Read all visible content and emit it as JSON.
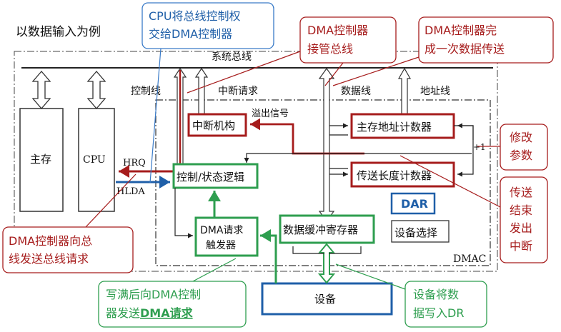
{
  "title": "以数据输入为例",
  "bus": {
    "system_bus": "系统总线",
    "control_line": "控制线",
    "interrupt_request": "中断请求",
    "data_line": "数据线",
    "address_line": "地址线"
  },
  "blocks": {
    "main_memory": "主存",
    "cpu": "CPU",
    "hrq": "HRQ",
    "hlda": "HLDA",
    "interrupt_unit": "中断机构",
    "overflow_signal": "溢出信号",
    "addr_counter": "主存地址计数器",
    "plus_one": "+1",
    "control_logic": "控制/状态逻辑",
    "length_counter": "传送长度计数器",
    "dar": "DAR",
    "device_select": "设备选择",
    "dma_trigger_line1": "DMA请求",
    "dma_trigger_line2": "触发器",
    "data_buffer": "数据缓冲寄存器",
    "dmac": "DMAC",
    "device": "设备"
  },
  "callouts": {
    "cpu_hand_over_line1": "CPU将总线控制权",
    "cpu_hand_over_line2": "交给DMA控制器",
    "dma_take_bus_line1": "DMA控制器",
    "dma_take_bus_line2": "接管总线",
    "dma_done_line1": "DMA控制器完",
    "dma_done_line2": "成一次数据传送",
    "modify_params_line1": "修改",
    "modify_params_line2": "参数",
    "end_interrupt_line1": "传送",
    "end_interrupt_line2": "结束",
    "end_interrupt_line3": "发出",
    "end_interrupt_line4": "中断",
    "dma_bus_request_line1": "DMA控制器向总",
    "dma_bus_request_line2": "线发送总线请求",
    "dma_request_line1": "写满后向DMA控制",
    "dma_request_line2_a": "器发送",
    "dma_request_line2_b": "DMA请求",
    "device_write_line1": "设备将数",
    "device_write_line2": "据写入DR"
  },
  "colors": {
    "red_box": "#a61c1c",
    "green_box": "#2e9e4f",
    "blue": "#1f5fa8",
    "callout_blue_border": "#3a7bc8",
    "dark": "#222222"
  }
}
